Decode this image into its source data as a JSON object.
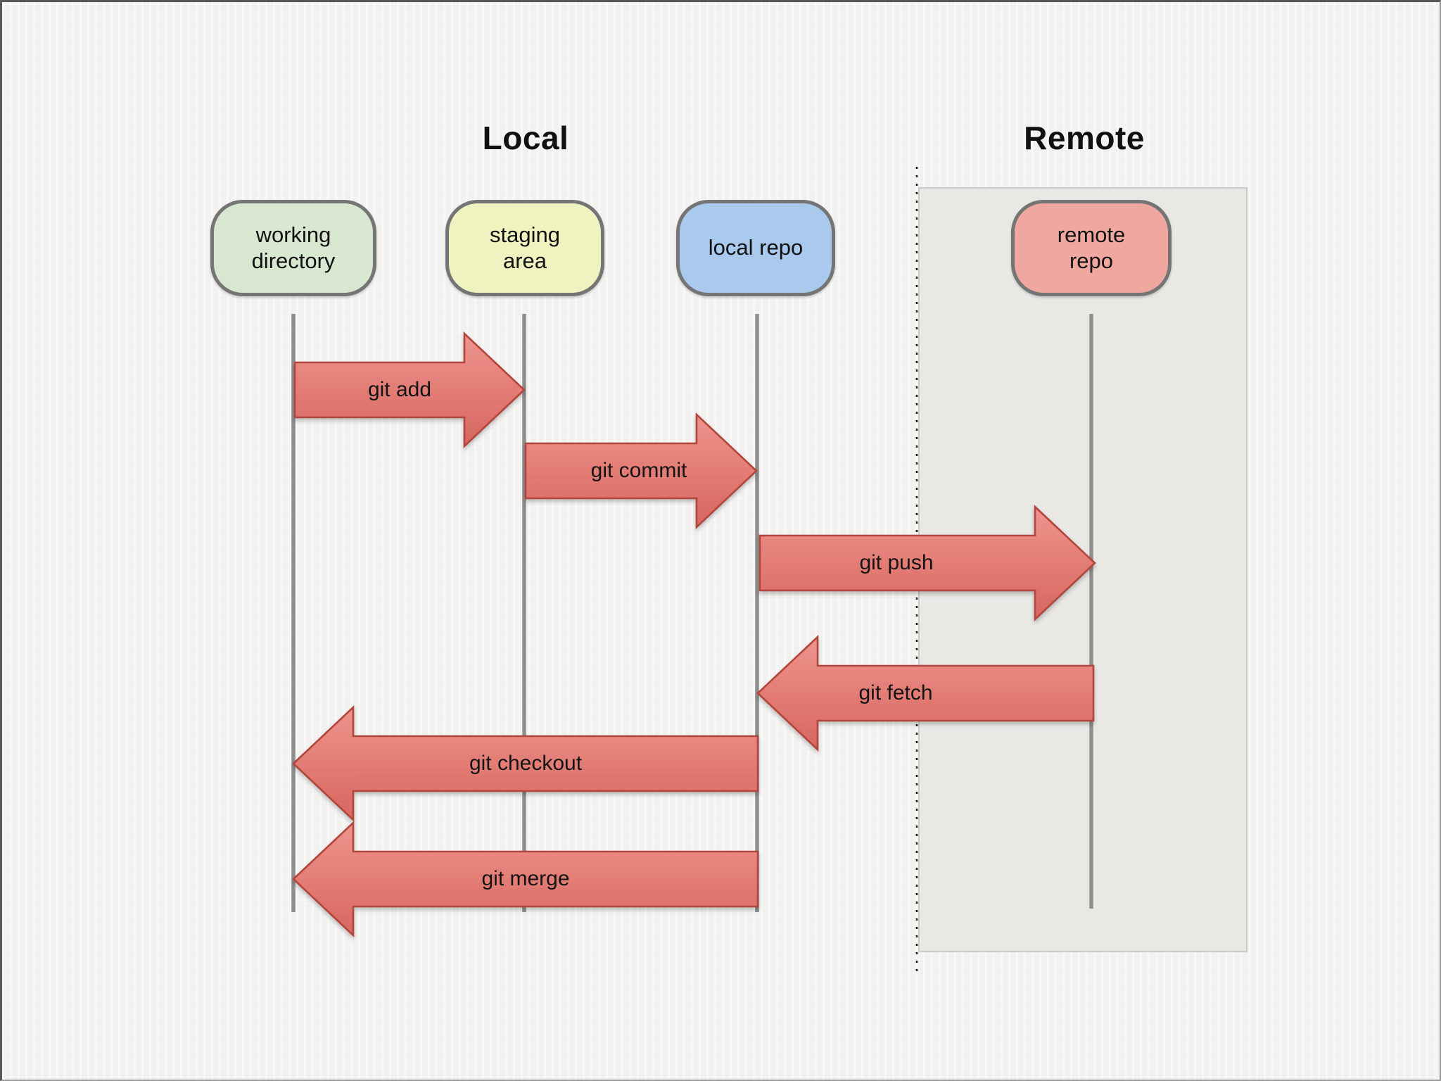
{
  "diagram": {
    "sections": {
      "local": "Local",
      "remote": "Remote"
    },
    "nodes": [
      {
        "id": "working-directory",
        "label": "working\ndirectory",
        "fill": "#d8e7cf"
      },
      {
        "id": "staging-area",
        "label": "staging\narea",
        "fill": "#eff3c0"
      },
      {
        "id": "local-repo",
        "label": "local repo",
        "fill": "#a9c9ed"
      },
      {
        "id": "remote-repo",
        "label": "remote\nrepo",
        "fill": "#efa7a0"
      }
    ],
    "arrows": [
      {
        "label": "git add",
        "from": "working-directory",
        "to": "staging-area",
        "direction": "right"
      },
      {
        "label": "git commit",
        "from": "staging-area",
        "to": "local-repo",
        "direction": "right"
      },
      {
        "label": "git push",
        "from": "local-repo",
        "to": "remote-repo",
        "direction": "right"
      },
      {
        "label": "git fetch",
        "from": "remote-repo",
        "to": "local-repo",
        "direction": "left"
      },
      {
        "label": "git checkout",
        "from": "local-repo",
        "to": "working-directory",
        "direction": "left"
      },
      {
        "label": "git merge",
        "from": "local-repo",
        "to": "working-directory",
        "direction": "left"
      }
    ],
    "colors": {
      "background": "#f3f2f0",
      "remote_region_fill": "#e9e8e5",
      "arrow_fill": "#e37d76",
      "arrow_border": "#b2453c",
      "node_border": "#757575",
      "lifeline": "#8f8f8f",
      "divider": "#1c1c1c"
    }
  }
}
